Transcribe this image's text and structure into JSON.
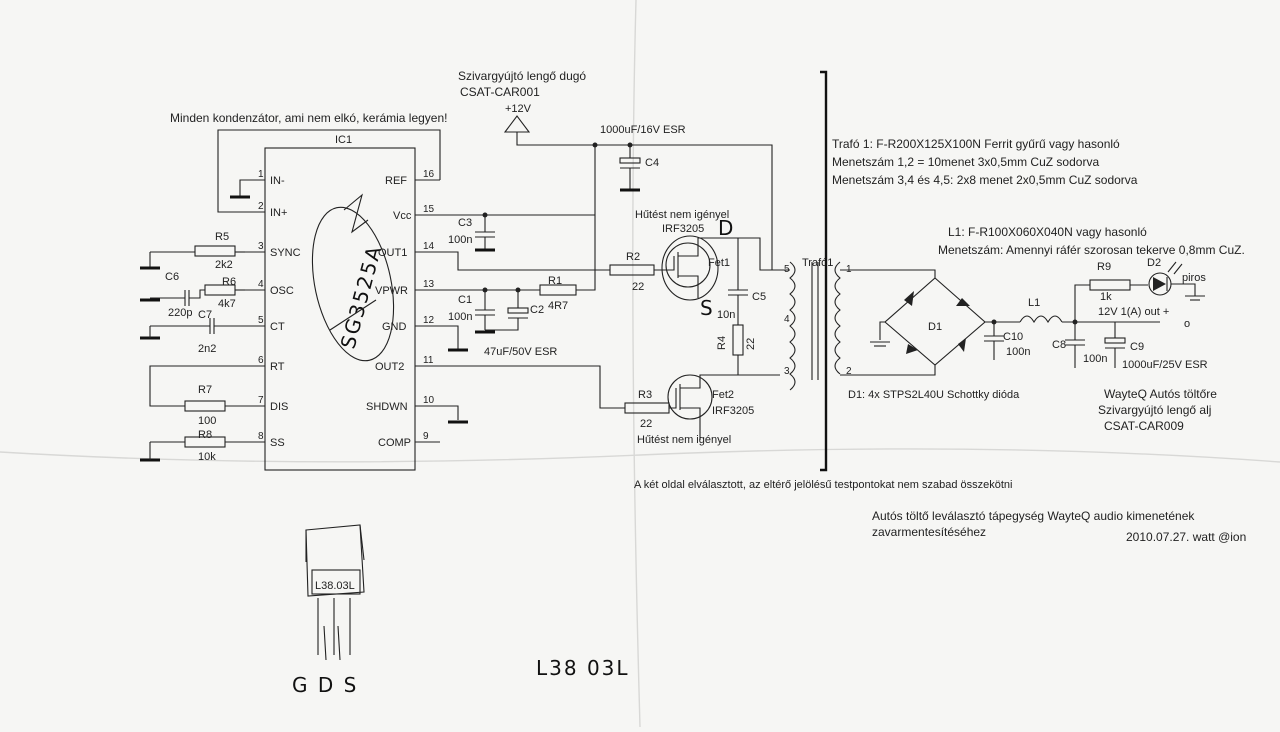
{
  "notes": {
    "ceramic": "Minden kondenzátor, ami nem elkó, kerámia legyen!",
    "plug_title": "Szivargyújtó lengő dugó",
    "plug_code": "CSAT-CAR001",
    "plus12": "+12V",
    "c4_value": "1000uF/16V ESR",
    "trafo1": "Trafó 1: F-R200X125X100N Ferrit gyűrű vagy hasonló",
    "menet12": "Menetszám 1,2 = 10menet 3x0,5mm CuZ sodorva",
    "menet345": "Menetszám 3,4 és 4,5: 2x8 menet 2x0,5mm CuZ sodorva",
    "l1_core": "L1: F-R100X060X040N vagy hasonló",
    "l1_turns": "Menetszám: Amennyi ráfér szorosan tekerve 0,8mm CuZ.",
    "heatsink_1": "Hűtést nem igényel",
    "heatsink_2": "Hűtést nem igényel",
    "d1_desc": "D1: 4x STPS2L40U Schottky dióda",
    "wayteq_a": "WayteQ Autós töltőre",
    "socket_title": "Szivargyújtó lengő alj",
    "socket_code": "CSAT-CAR009",
    "c1c2": "47uF/50V ESR",
    "testpoint": "A két oldal elválasztott, az eltérő jelölésű testpontokat nem szabad összekötni",
    "footer_1": "Autós töltő leválasztó tápegység WayteQ  audio kimenetének",
    "footer_2": "zavarmentesítéséhez",
    "date": "2010.07.27. watt @ion",
    "out_voltage": "12V 1(A) out +",
    "led_color": "piros"
  },
  "ic": {
    "ref": "IC1",
    "part": "SG3525A",
    "pins": [
      {
        "num": "1",
        "name": "IN-"
      },
      {
        "num": "2",
        "name": "IN+"
      },
      {
        "num": "3",
        "name": "SYNC"
      },
      {
        "num": "4",
        "name": "OSC"
      },
      {
        "num": "5",
        "name": "CT"
      },
      {
        "num": "6",
        "name": "RT"
      },
      {
        "num": "7",
        "name": "DIS"
      },
      {
        "num": "8",
        "name": "SS"
      },
      {
        "num": "16",
        "name": "REF"
      },
      {
        "num": "15",
        "name": "Vcc"
      },
      {
        "num": "14",
        "name": "OUT1"
      },
      {
        "num": "13",
        "name": "VPWR"
      },
      {
        "num": "12",
        "name": "GND"
      },
      {
        "num": "11",
        "name": "OUT2"
      },
      {
        "num": "10",
        "name": "SHDWN"
      },
      {
        "num": "9",
        "name": "COMP"
      }
    ]
  },
  "components": {
    "r5": "R5",
    "r5v": "2k2",
    "c6": "C6",
    "c6v": "220p",
    "r6": "R6",
    "r6v": "4k7",
    "c7": "C7",
    "c7v": "2n2",
    "r7": "R7",
    "r7v": "100",
    "r8": "R8",
    "r8v": "10k",
    "c3": "C3",
    "c3v": "100n",
    "c1": "C1",
    "c1v": "100n",
    "c2": "C2",
    "c4": "C4",
    "r1": "R1",
    "r1v": "4R7",
    "r2": "R2",
    "r2v": "22",
    "r3": "R3",
    "r3v": "22",
    "fet1": "Fet1",
    "fet1p": "IRF3205",
    "fet2": "Fet2",
    "fet2p": "IRF3205",
    "c5": "C5",
    "c5v": "10n",
    "r4": "R4",
    "r4v": "22",
    "trafo": "Trafó1",
    "d1": "D1",
    "c10": "C10",
    "c10v": "100n",
    "l1": "L1",
    "c8": "C8",
    "c8v": "100n",
    "c9": "C9",
    "c9v": "1000uF/25V ESR",
    "r9": "R9",
    "r9v": "1k",
    "d2": "D2",
    "tp1": "1",
    "tp2": "2",
    "tp3": "3",
    "tp4": "4",
    "tp5": "5",
    "out_minus": "o"
  },
  "handwriting": {
    "fet_d": "D",
    "fet_s": "S",
    "chip": "L38.03L",
    "pinout": "G D S",
    "part_code": "L38 03L"
  }
}
